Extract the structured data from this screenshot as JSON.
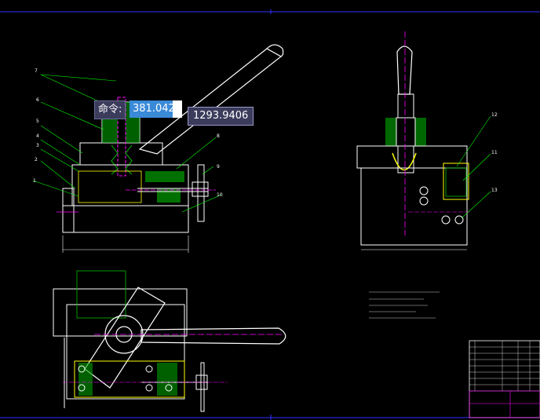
{
  "command_prompt": {
    "label": "命令:",
    "x_value": "381.0422",
    "y_value": "1293.9406"
  },
  "callouts": [
    "1",
    "2",
    "3",
    "4",
    "5",
    "6",
    "7",
    "8",
    "9",
    "10",
    "11",
    "12",
    "13"
  ],
  "colors": {
    "outline": "#ffffff",
    "part": "#ffff00",
    "hatch": "#00c000",
    "centerline": "#ff00ff",
    "dimension": "#00ff00",
    "border": "#3030ff",
    "cursor": "#3a8ad8"
  }
}
